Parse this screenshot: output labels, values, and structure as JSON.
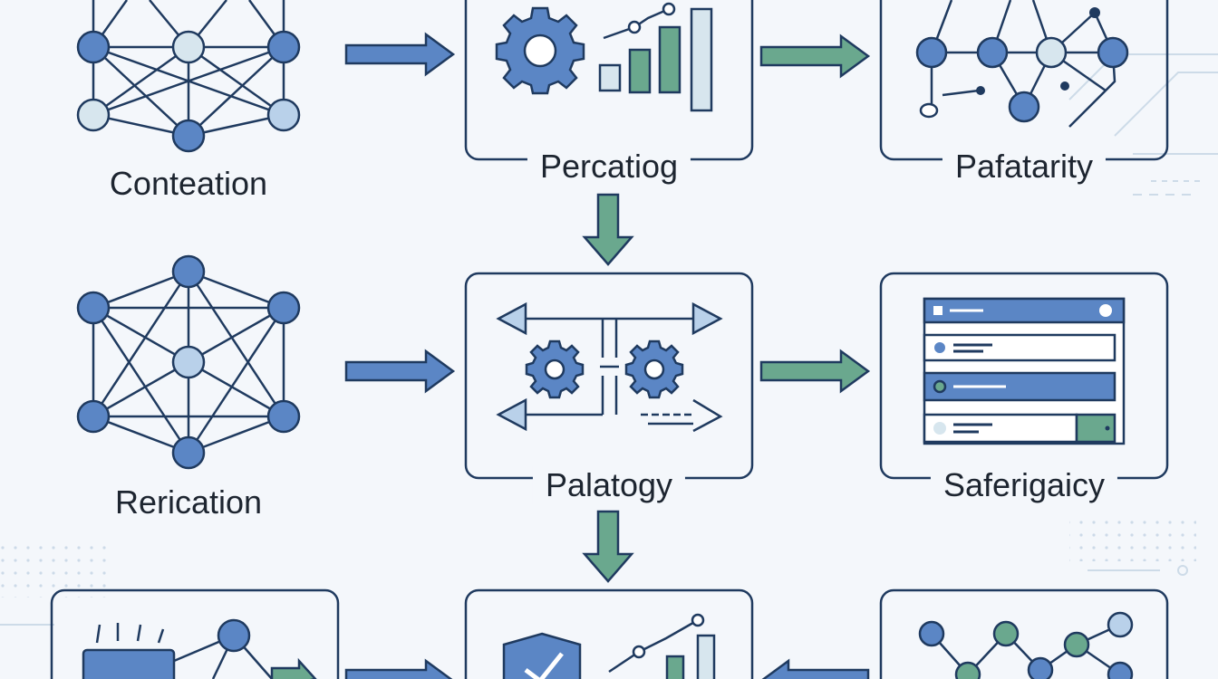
{
  "diagram": {
    "labels": {
      "conteation": "Conteation",
      "percatiog": "Percatiog",
      "pafatarity": "Pafatarity",
      "rerication": "Rerication",
      "palatogy": "Palatogy",
      "saferigaicy": "Saferigaicy"
    }
  },
  "colors": {
    "background": "#f4f7fb",
    "node_blue": "#5b86c5",
    "node_light": "#d7e6ee",
    "outline": "#1f3a5f",
    "arrow_blue": "#5b86c5",
    "arrow_green": "#6aa88e"
  }
}
